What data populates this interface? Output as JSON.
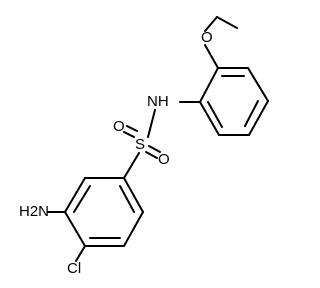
{
  "diagram": {
    "type": "chemical-structure",
    "atoms": {
      "nh": "NH",
      "o_ether": "O",
      "o_sulfonyl_1": "O",
      "o_sulfonyl_2": "O",
      "s": "S",
      "nh2": "H2N",
      "cl": "Cl"
    }
  },
  "colors": {
    "bond": "#000000",
    "background": "#ffffff"
  }
}
